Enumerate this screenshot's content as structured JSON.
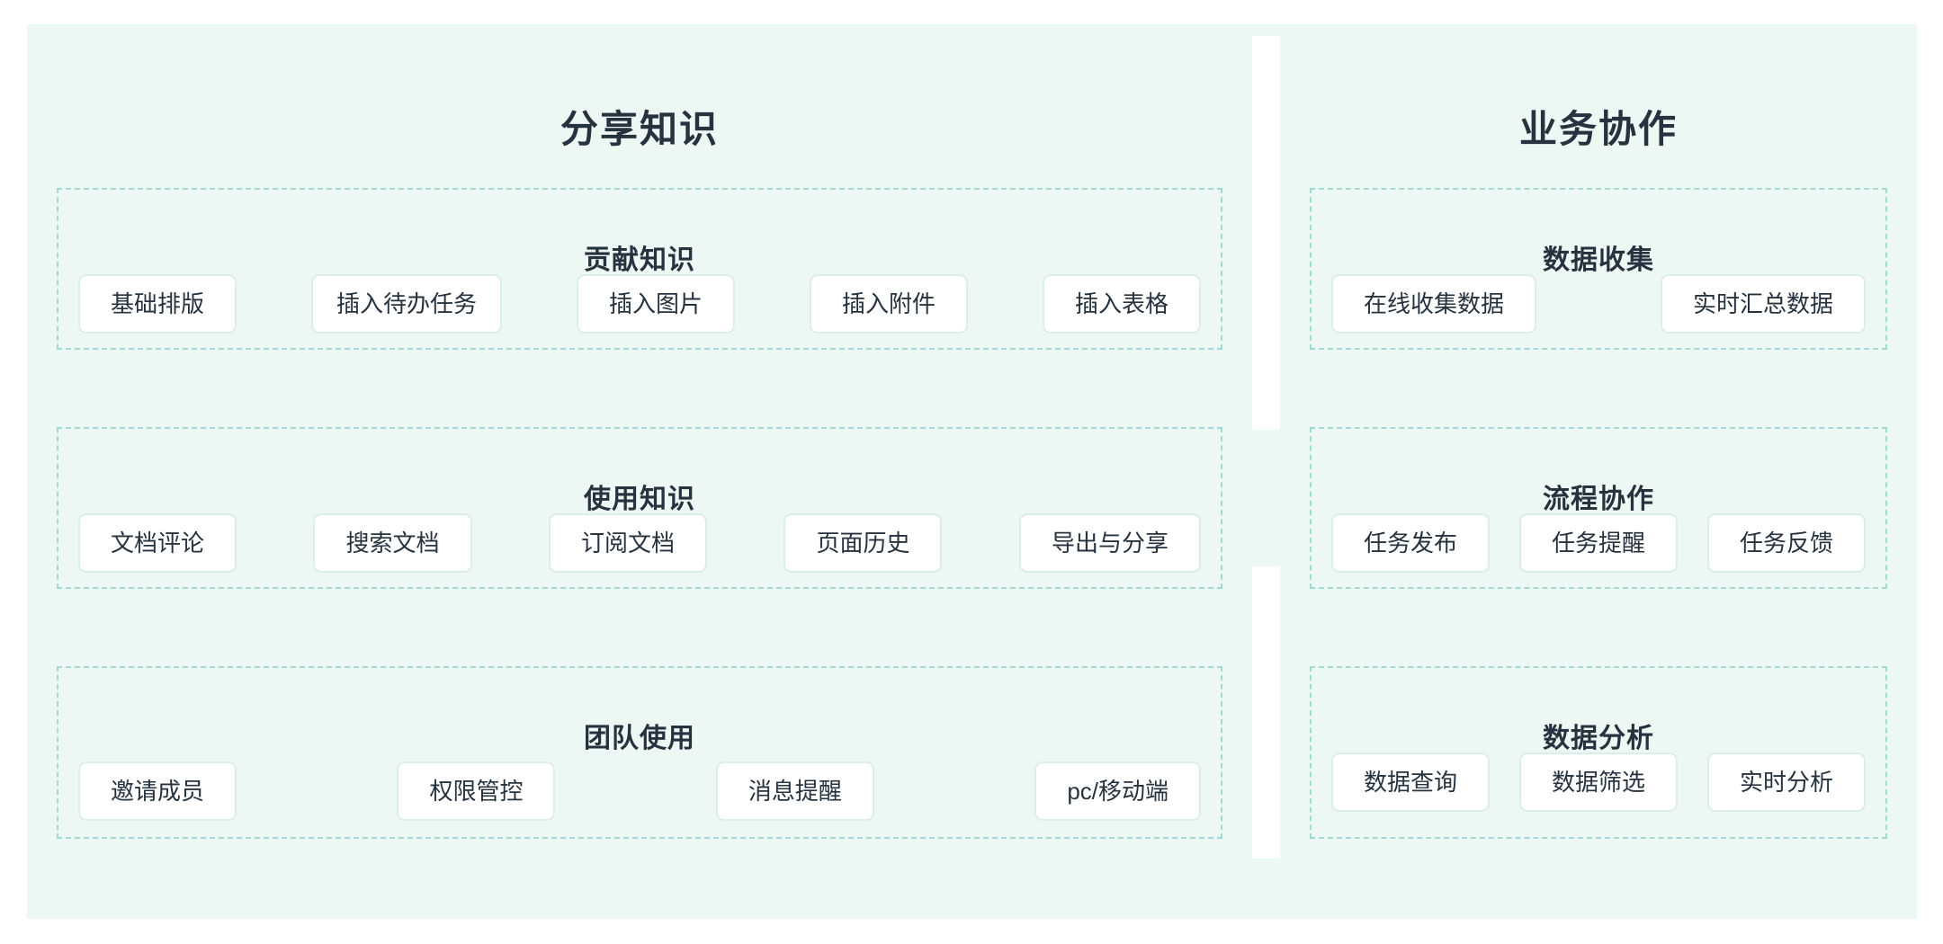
{
  "colors": {
    "panel_bg": "#edf7f4",
    "page_bg": "#ffffff",
    "dashed_border": "#a2d9d0",
    "chip_border": "#dceeea",
    "chip_bg": "#ffffff",
    "text": "#27323f"
  },
  "panels": [
    {
      "id": "share-knowledge",
      "title": "分享知识",
      "groups": [
        {
          "id": "contribute-knowledge",
          "title": "贡献知识",
          "items": [
            "基础排版",
            "插入待办任务",
            "插入图片",
            "插入附件",
            "插入表格"
          ]
        },
        {
          "id": "use-knowledge",
          "title": "使用知识",
          "items": [
            "文档评论",
            "搜索文档",
            "订阅文档",
            "页面历史",
            "导出与分享"
          ]
        },
        {
          "id": "team-usage",
          "title": "团队使用",
          "items": [
            "邀请成员",
            "权限管控",
            "消息提醒",
            "pc/移动端"
          ]
        }
      ]
    },
    {
      "id": "business-collaboration",
      "title": "业务协作",
      "groups": [
        {
          "id": "data-collection",
          "title": "数据收集",
          "items": [
            "在线收集数据",
            "实时汇总数据"
          ]
        },
        {
          "id": "process-collaboration",
          "title": "流程协作",
          "items": [
            "任务发布",
            "任务提醒",
            "任务反馈"
          ]
        },
        {
          "id": "data-analysis",
          "title": "数据分析",
          "items": [
            "数据查询",
            "数据筛选",
            "实时分析"
          ]
        }
      ]
    }
  ]
}
